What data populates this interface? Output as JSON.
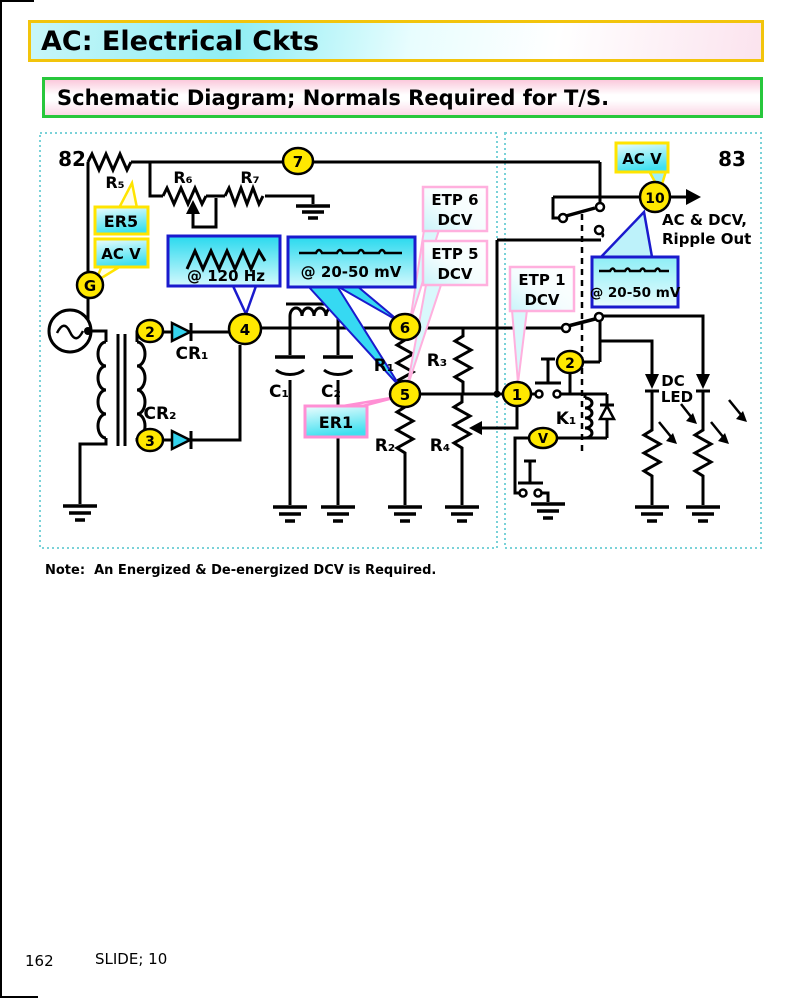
{
  "header": {
    "title": "AC: Electrical Ckts"
  },
  "subtitle": {
    "text": "Schematic Diagram; Normals Required for T/S."
  },
  "diagram": {
    "panel82": "82",
    "panel83": "83",
    "components": {
      "r5": "R₅",
      "r6": "R₆",
      "r7": "R₇",
      "cr1": "CR₁",
      "cr2": "CR₂",
      "c1": "C₁",
      "c2": "C₂",
      "r1": "R₁",
      "r2": "R₂",
      "r3": "R₃",
      "r4": "R₄",
      "k1": "K₁"
    },
    "nodes": {
      "g": "G",
      "n7": "7",
      "n2": "2",
      "n3": "3",
      "n4": "4",
      "n5": "5",
      "n6": "6",
      "n10": "10",
      "n1": "1",
      "n2b": "2",
      "v": "V"
    },
    "callouts": {
      "er5": "ER5",
      "acv_left": "AC V",
      "er1": "ER1",
      "acv_right": "AC V",
      "etp6_l1": "ETP 6",
      "etp6_l2": "DCV",
      "etp5_l1": "ETP 5",
      "etp5_l2": "DCV",
      "etp1_l1": "ETP 1",
      "etp1_l2": "DCV"
    },
    "waveforms": {
      "w120": "@ 120 Hz",
      "w2050_left": "@ 20-50 mV",
      "w2050_right": "@ 20-50 mV"
    },
    "labels": {
      "out_line1": "AC & DCV,",
      "out_line2": "Ripple Out",
      "dc": "DC",
      "led": "LED"
    }
  },
  "note": {
    "text": "Note:  An Energized & De-energized DCV is Required."
  },
  "footer": {
    "page": "162",
    "slide": "SLIDE; 10"
  },
  "colors": {
    "title_border": "#f2c40c",
    "subtitle_border": "#28c73c",
    "panel_border": "#7ad2d8",
    "node_fill": "#ffe800",
    "callout_cyan": "#46e2f1",
    "callout_border_yellow": "#ffe400",
    "callout_border_pink": "#ff8fd4",
    "etp_border_pink": "#ffb0de",
    "wave_border_blue": "#1a1acd",
    "diode_fill": "#35d3ee"
  }
}
